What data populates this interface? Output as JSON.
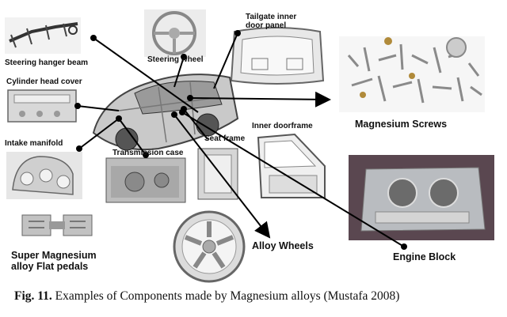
{
  "labels": {
    "steering_hanger_beam": "Steering hanger beam",
    "steering_wheel": "Steering wheel",
    "tailgate": "Tailgate inner\ndoor panel",
    "cylinder_head_cover": "Cylinder head cover",
    "intake_manifold": "Intake manifold",
    "transmission_case": "Transmission case",
    "seat_frame": "Seat frame",
    "inner_doorframe": "Inner doorframe",
    "magnesium_screws": "Magnesium Screws",
    "engine_block": "Engine Block",
    "alloy_wheels": "Alloy Wheels",
    "flat_pedals": "Super Magnesium\nalloy Flat pedals"
  },
  "caption": {
    "fig": "Fig. 11.",
    "text": " Examples of Components made by Magnesium alloys (Mustafa 2008)"
  },
  "colors": {
    "arrow": "#000000",
    "engine_bg": "#5a4750",
    "metal": "#b9bcc0"
  }
}
